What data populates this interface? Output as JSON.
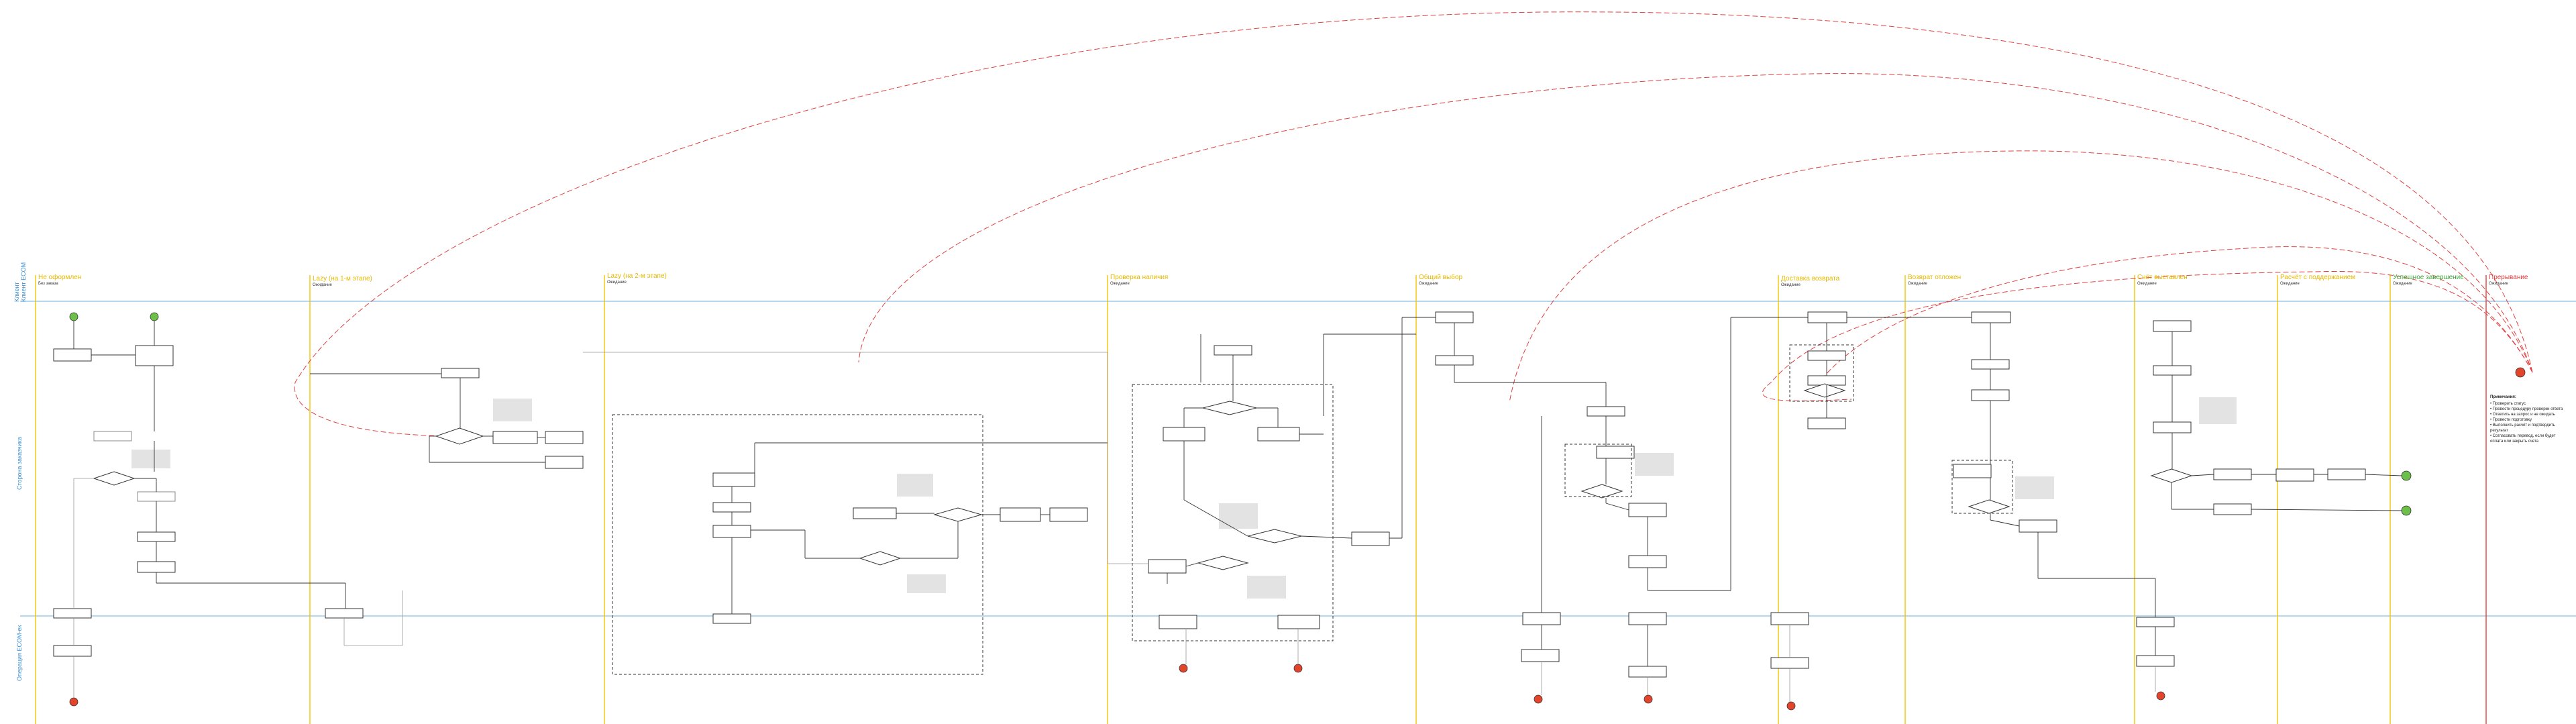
{
  "lanes": [
    {
      "label": "Клиент",
      "sublabel": "Клиент ECOM"
    },
    {
      "label": "Сторона заказчика"
    },
    {
      "label": "Операция ECOM-ек"
    }
  ],
  "stages": [
    {
      "title": "Не оформлен",
      "sub": "Без заказа",
      "color": "yellow"
    },
    {
      "title": "Lazy (на 1-м этапе)",
      "sub": "Ожидание",
      "color": "yellow"
    },
    {
      "title": "Lazy (на 2-м этапе)",
      "sub": "Ожидание",
      "color": "yellow"
    },
    {
      "title": "Проверка наличия",
      "sub": "Ожидание",
      "color": "yellow"
    },
    {
      "title": "Общий выбор",
      "sub": "Ожидание",
      "color": "yellow"
    },
    {
      "title": "Доставка возврата",
      "sub": "Ожидание",
      "color": "yellow"
    },
    {
      "title": "Возврат отложен",
      "sub": "Ожидание",
      "color": "yellow"
    },
    {
      "title": "Счёт выставлен",
      "sub": "Ожидание",
      "color": "yellow"
    },
    {
      "title": "Расчёт с поддержанием",
      "sub": "Ожидание",
      "color": "yellow"
    },
    {
      "title": "Успешное завершение",
      "sub": "Ожидание",
      "color": "green"
    },
    {
      "title": "Прерывание",
      "sub": "Ожидание",
      "color": "red"
    }
  ],
  "notes": {
    "title": "Примечания:",
    "items": [
      "• Проверить статус",
      "• Провести процедуру проверки ответа",
      "• Ответить на запрос и не ожидать",
      "• Провести подготовку",
      "• Выполнить расчёт и подтвердить результат",
      "• Согласовать перевод, если будет оплата или закрыть счета"
    ]
  },
  "colors": {
    "stage_line": "#f2c500",
    "lane_line": "#9cc8ea",
    "cancel_line": "#e04040",
    "start_green": "#6cc04a",
    "end_red": "#e2442c",
    "note_box": "#e3e3e3"
  }
}
